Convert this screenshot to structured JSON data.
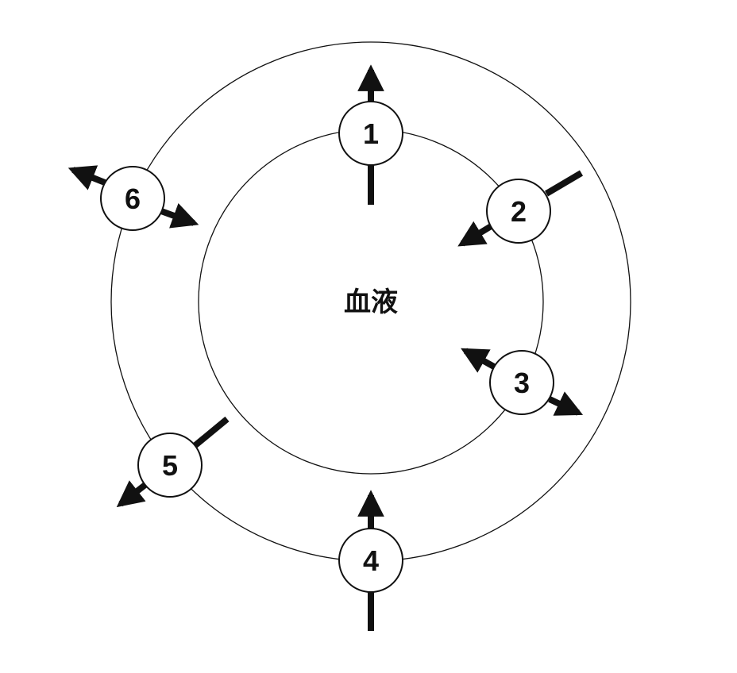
{
  "center_label": "血液",
  "nodes": [
    {
      "label": "1"
    },
    {
      "label": "2"
    },
    {
      "label": "3"
    },
    {
      "label": "4"
    },
    {
      "label": "5"
    },
    {
      "label": "6"
    }
  ],
  "colors": {
    "ink": "#111111",
    "background": "#ffffff"
  }
}
